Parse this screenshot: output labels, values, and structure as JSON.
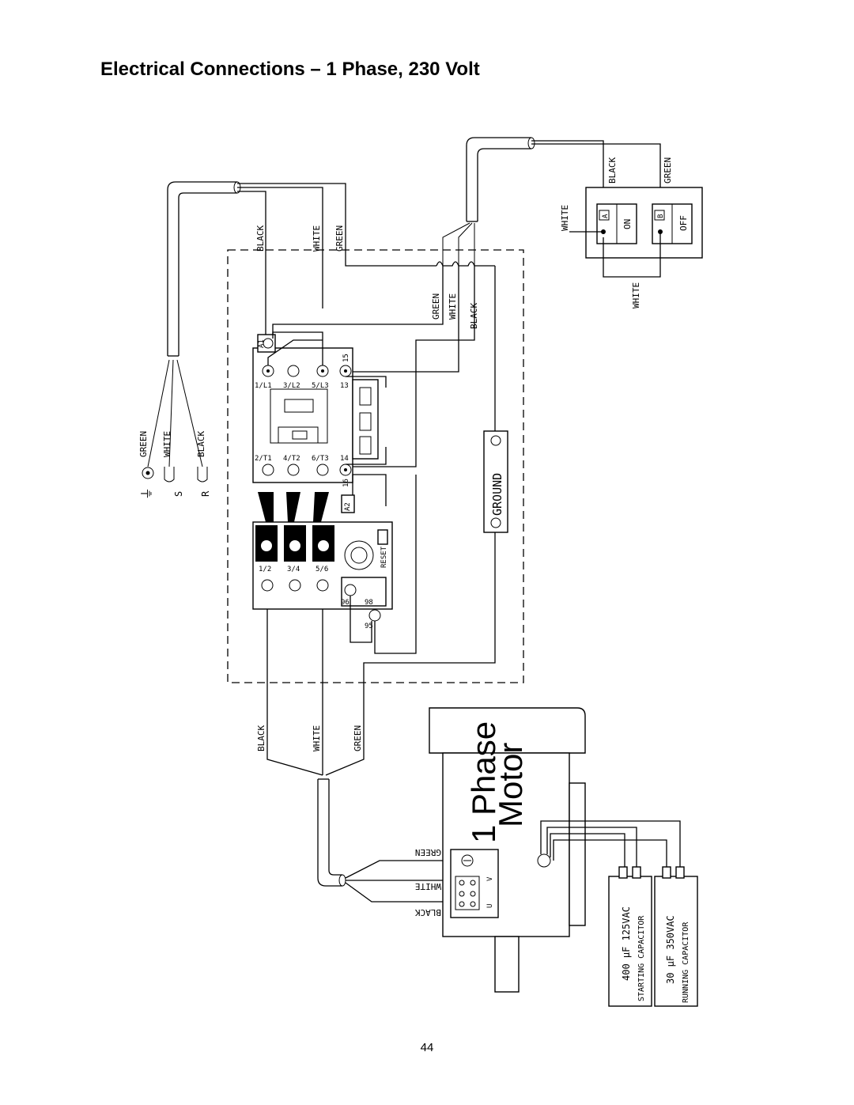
{
  "title": "Electrical Connections – 1 Phase, 230 Volt",
  "page_number": "44",
  "wire_labels": {
    "black": "BLACK",
    "white": "WHITE",
    "green": "GREEN"
  },
  "supply_terminals": {
    "ground_symbol": "⏚",
    "s": "S",
    "r": "R"
  },
  "switch": {
    "a_mark": "A",
    "b_mark": "B",
    "on": "ON",
    "off": "OFF"
  },
  "contactor": {
    "a1": "A1",
    "a2": "A2",
    "t15": "15",
    "t16": "16",
    "t13": "13",
    "t14": "14",
    "l1": "1/L1",
    "l2": "3/L2",
    "l3": "5/L3",
    "t1": "2/T1",
    "t2": "4/T2",
    "t3": "6/T3"
  },
  "overload": {
    "reset": "RESET",
    "t12": "1/2",
    "t34": "3/4",
    "t56": "5/6",
    "t96": "96",
    "t98": "98",
    "t95": "95"
  },
  "ground_bar": "GROUND",
  "motor": {
    "title_line1": "1 Phase",
    "title_line2": "Motor",
    "terminal_v": "V",
    "terminal_u": "U"
  },
  "capacitors": {
    "starting_rating": "400 µF 125VAC",
    "starting_label": "STARTING CAPACITOR",
    "running_rating": "30 µF 350VAC",
    "running_label": "RUNNING CAPACITOR"
  }
}
